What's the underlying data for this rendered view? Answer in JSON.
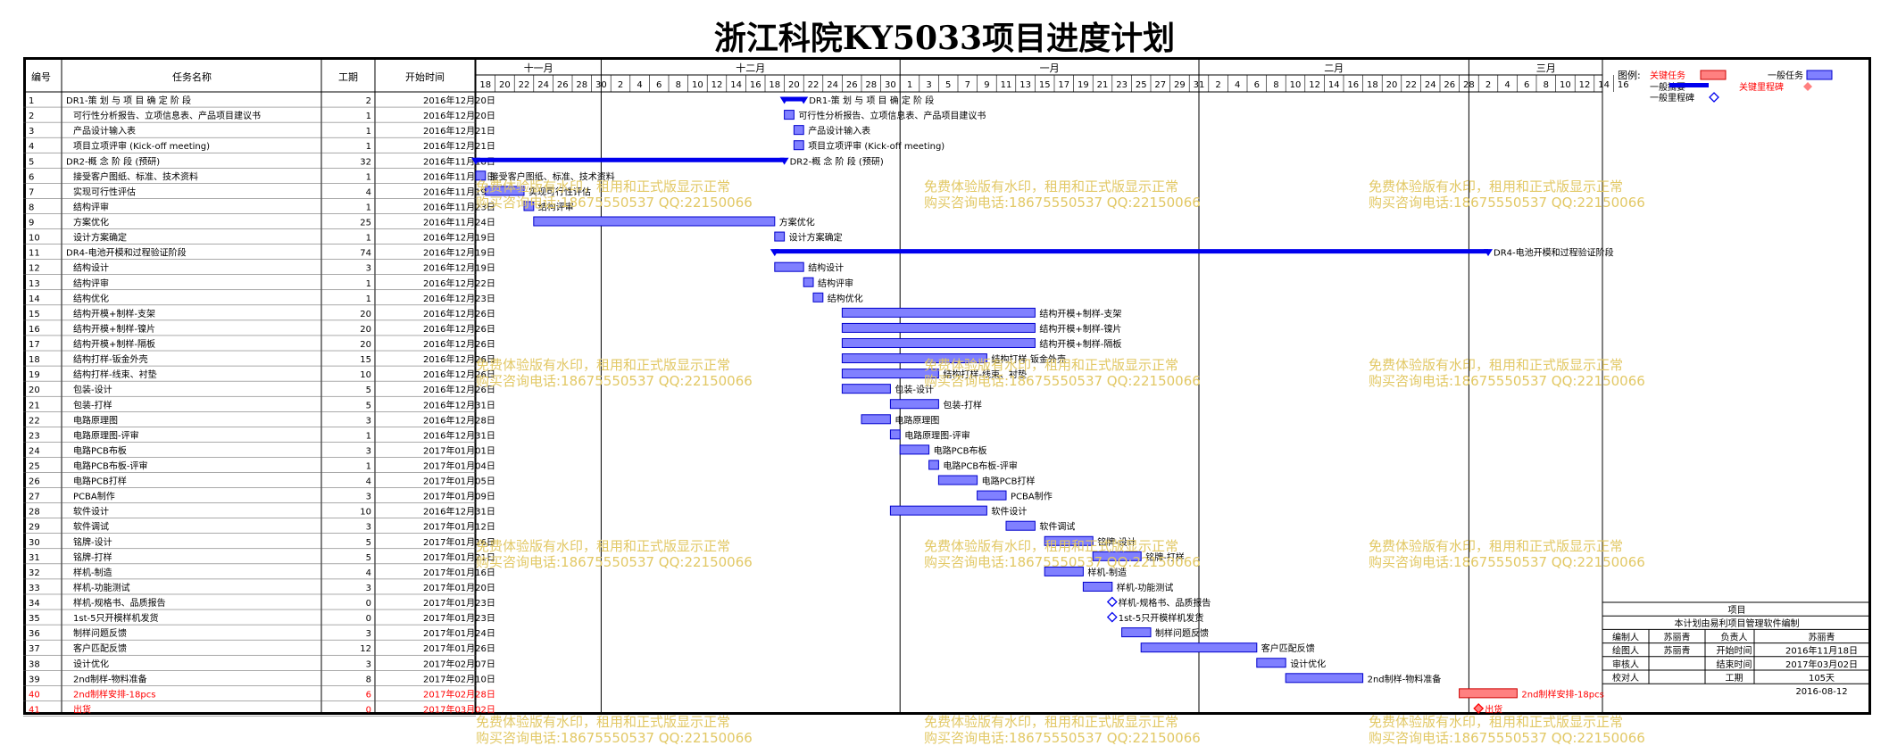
{
  "title": "浙江科院KY5033项目进度计划",
  "headers": {
    "id": "编号",
    "name": "任务名称",
    "duration": "工期",
    "start": "开始时间"
  },
  "months": [
    "十一月",
    "十二月",
    "一月",
    "二月",
    "三月"
  ],
  "day_ticks": [
    "18",
    "20",
    "22",
    "24",
    "26",
    "28",
    "30",
    "2",
    "4",
    "6",
    "8",
    "10",
    "12",
    "14",
    "16",
    "18",
    "20",
    "22",
    "24",
    "26",
    "28",
    "30",
    "1",
    "3",
    "5",
    "7",
    "9",
    "11",
    "13",
    "15",
    "17",
    "19",
    "21",
    "23",
    "25",
    "27",
    "29",
    "31",
    "2",
    "4",
    "6",
    "8",
    "10",
    "12",
    "14",
    "16",
    "18",
    "20",
    "22",
    "24",
    "26",
    "28",
    "2",
    "4",
    "6",
    "8",
    "10",
    "12",
    "14",
    "16"
  ],
  "legend": {
    "title": "图例:",
    "critical_task": "关键任务",
    "normal_task": "一般任务",
    "summary": "一般摘要",
    "critical_milestone": "关键里程碑",
    "milestone": "一般里程碑"
  },
  "info": {
    "project_label": "项目",
    "note": "本计划由易利项目管理软件编制",
    "rows": [
      [
        "编制人",
        "苏丽青",
        "负责人",
        "苏丽青"
      ],
      [
        "绘图人",
        "苏丽青",
        "开始时间",
        "2016年11月18日"
      ],
      [
        "审核人",
        "",
        "结束时间",
        "2017年03月02日"
      ],
      [
        "校对人",
        "",
        "工期",
        "105天"
      ],
      [
        "",
        "",
        "",
        "2016-08-12"
      ]
    ]
  },
  "watermark": {
    "line1": "免费体验版有水印，租用和正式版显示正常",
    "line2": "购买咨询电话:18675550537 QQ:22150066"
  },
  "colors": {
    "task": "#8080ff",
    "task_border": "#0000cc",
    "summary": "#0000ee",
    "critical": "#ff8080",
    "critical_text": "#ff0000",
    "watermark": "#e2c865"
  },
  "chart_data": {
    "type": "gantt",
    "timeline_start": "2016-11-18",
    "timeline_end": "2017-03-17",
    "tasks": [
      {
        "id": "1",
        "name": "DR1-策 划 与 项 目 确 定 阶 段",
        "duration": "2",
        "start": "2016年12月20日",
        "s": "2016-12-20",
        "d": 2,
        "kind": "summary"
      },
      {
        "id": "2",
        "name": "可行性分析报告、立项信息表、产品项目建议书",
        "duration": "1",
        "start": "2016年12月20日",
        "s": "2016-12-20",
        "d": 1,
        "kind": "task"
      },
      {
        "id": "3",
        "name": "产品设计输入表",
        "duration": "1",
        "start": "2016年12月21日",
        "s": "2016-12-21",
        "d": 1,
        "kind": "task"
      },
      {
        "id": "4",
        "name": "项目立项评审 (Kick-off meeting)",
        "duration": "1",
        "start": "2016年12月21日",
        "s": "2016-12-21",
        "d": 1,
        "kind": "task"
      },
      {
        "id": "5",
        "name": "DR2-概 念 阶 段 (预研)",
        "duration": "32",
        "start": "2016年11月18日",
        "s": "2016-11-18",
        "d": 32,
        "kind": "summary"
      },
      {
        "id": "6",
        "name": "接受客户图纸、标准、技术资料",
        "duration": "1",
        "start": "2016年11月18日",
        "s": "2016-11-18",
        "d": 1,
        "kind": "task"
      },
      {
        "id": "7",
        "name": "实现可行性评估",
        "duration": "4",
        "start": "2016年11月19日",
        "s": "2016-11-19",
        "d": 4,
        "kind": "task"
      },
      {
        "id": "8",
        "name": "结构评审",
        "duration": "1",
        "start": "2016年11月23日",
        "s": "2016-11-23",
        "d": 1,
        "kind": "task"
      },
      {
        "id": "9",
        "name": "方案优化",
        "duration": "25",
        "start": "2016年11月24日",
        "s": "2016-11-24",
        "d": 25,
        "kind": "task"
      },
      {
        "id": "10",
        "name": "设计方案确定",
        "duration": "1",
        "start": "2016年12月19日",
        "s": "2016-12-19",
        "d": 1,
        "kind": "task"
      },
      {
        "id": "11",
        "name": "DR4-电池开模和过程验证阶段",
        "duration": "74",
        "start": "2016年12月19日",
        "s": "2016-12-19",
        "d": 74,
        "kind": "summary"
      },
      {
        "id": "12",
        "name": "结构设计",
        "duration": "3",
        "start": "2016年12月19日",
        "s": "2016-12-19",
        "d": 3,
        "kind": "task"
      },
      {
        "id": "13",
        "name": "结构评审",
        "duration": "1",
        "start": "2016年12月22日",
        "s": "2016-12-22",
        "d": 1,
        "kind": "task"
      },
      {
        "id": "14",
        "name": "结构优化",
        "duration": "1",
        "start": "2016年12月23日",
        "s": "2016-12-23",
        "d": 1,
        "kind": "task"
      },
      {
        "id": "15",
        "name": "结构开模+制样-支架",
        "duration": "20",
        "start": "2016年12月26日",
        "s": "2016-12-26",
        "d": 20,
        "kind": "task"
      },
      {
        "id": "16",
        "name": "结构开模+制样-镍片",
        "duration": "20",
        "start": "2016年12月26日",
        "s": "2016-12-26",
        "d": 20,
        "kind": "task"
      },
      {
        "id": "17",
        "name": "结构开模+制样-隔板",
        "duration": "20",
        "start": "2016年12月26日",
        "s": "2016-12-26",
        "d": 20,
        "kind": "task"
      },
      {
        "id": "18",
        "name": "结构打样-钣金外壳",
        "duration": "15",
        "start": "2016年12月26日",
        "s": "2016-12-26",
        "d": 15,
        "kind": "task"
      },
      {
        "id": "19",
        "name": "结构打样-线束、衬垫",
        "duration": "10",
        "start": "2016年12月26日",
        "s": "2016-12-26",
        "d": 10,
        "kind": "task"
      },
      {
        "id": "20",
        "name": "包装-设计",
        "duration": "5",
        "start": "2016年12月26日",
        "s": "2016-12-26",
        "d": 5,
        "kind": "task"
      },
      {
        "id": "21",
        "name": "包装-打样",
        "duration": "5",
        "start": "2016年12月31日",
        "s": "2016-12-31",
        "d": 5,
        "kind": "task"
      },
      {
        "id": "22",
        "name": "电路原理图",
        "duration": "3",
        "start": "2016年12月28日",
        "s": "2016-12-28",
        "d": 3,
        "kind": "task"
      },
      {
        "id": "23",
        "name": "电路原理图-评审",
        "duration": "1",
        "start": "2016年12月31日",
        "s": "2016-12-31",
        "d": 1,
        "kind": "task"
      },
      {
        "id": "24",
        "name": "电路PCB布板",
        "duration": "3",
        "start": "2017年01月01日",
        "s": "2017-01-01",
        "d": 3,
        "kind": "task"
      },
      {
        "id": "25",
        "name": "电路PCB布板-评审",
        "duration": "1",
        "start": "2017年01月04日",
        "s": "2017-01-04",
        "d": 1,
        "kind": "task"
      },
      {
        "id": "26",
        "name": "电路PCB打样",
        "duration": "4",
        "start": "2017年01月05日",
        "s": "2017-01-05",
        "d": 4,
        "kind": "task"
      },
      {
        "id": "27",
        "name": "PCBA制作",
        "duration": "3",
        "start": "2017年01月09日",
        "s": "2017-01-09",
        "d": 3,
        "kind": "task"
      },
      {
        "id": "28",
        "name": "软件设计",
        "duration": "10",
        "start": "2016年12月31日",
        "s": "2016-12-31",
        "d": 10,
        "kind": "task"
      },
      {
        "id": "29",
        "name": "软件调试",
        "duration": "3",
        "start": "2017年01月12日",
        "s": "2017-01-12",
        "d": 3,
        "kind": "task"
      },
      {
        "id": "30",
        "name": "铭牌-设计",
        "duration": "5",
        "start": "2017年01月16日",
        "s": "2017-01-16",
        "d": 5,
        "kind": "task"
      },
      {
        "id": "31",
        "name": "铭牌-打样",
        "duration": "5",
        "start": "2017年01月21日",
        "s": "2017-01-21",
        "d": 5,
        "kind": "task"
      },
      {
        "id": "32",
        "name": "样机-制造",
        "duration": "4",
        "start": "2017年01月16日",
        "s": "2017-01-16",
        "d": 4,
        "kind": "task"
      },
      {
        "id": "33",
        "name": "样机-功能测试",
        "duration": "3",
        "start": "2017年01月20日",
        "s": "2017-01-20",
        "d": 3,
        "kind": "task"
      },
      {
        "id": "34",
        "name": "样机-规格书、品质报告",
        "duration": "0",
        "start": "2017年01月23日",
        "s": "2017-01-23",
        "d": 0,
        "kind": "milestone"
      },
      {
        "id": "35",
        "name": "1st-5只开模样机发货",
        "duration": "0",
        "start": "2017年01月23日",
        "s": "2017-01-23",
        "d": 0,
        "kind": "milestone"
      },
      {
        "id": "36",
        "name": "制样问题反馈",
        "duration": "3",
        "start": "2017年01月24日",
        "s": "2017-01-24",
        "d": 3,
        "kind": "task"
      },
      {
        "id": "37",
        "name": "客户匹配反馈",
        "duration": "12",
        "start": "2017年01月26日",
        "s": "2017-01-26",
        "d": 12,
        "kind": "task"
      },
      {
        "id": "38",
        "name": "设计优化",
        "duration": "3",
        "start": "2017年02月07日",
        "s": "2017-02-07",
        "d": 3,
        "kind": "task"
      },
      {
        "id": "39",
        "name": "2nd制样-物料准备",
        "duration": "8",
        "start": "2017年02月10日",
        "s": "2017-02-10",
        "d": 8,
        "kind": "task"
      },
      {
        "id": "40",
        "name": "2nd制样安排-18pcs",
        "duration": "6",
        "start": "2017年02月28日",
        "s": "2017-02-28",
        "d": 6,
        "kind": "critical"
      },
      {
        "id": "41",
        "name": "出货",
        "duration": "0",
        "start": "2017年03月02日",
        "s": "2017-03-02",
        "d": 0,
        "kind": "critical-milestone"
      }
    ]
  }
}
